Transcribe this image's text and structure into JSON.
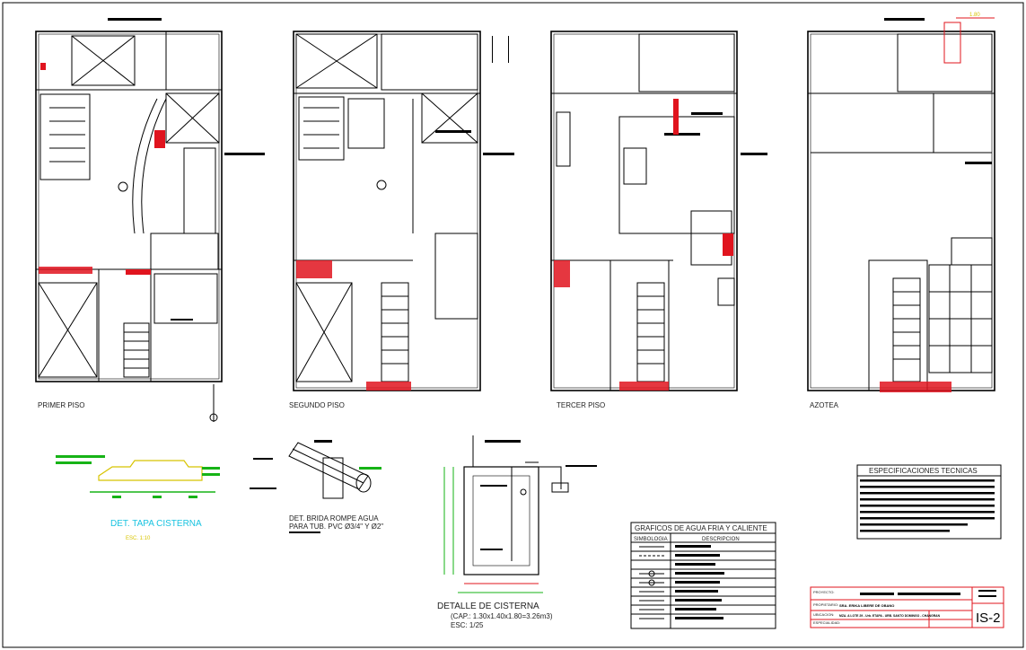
{
  "plans": {
    "primer_piso": "PRIMER PISO",
    "segundo_piso": "SEGUNDO PISO",
    "tercer_piso": "TERCER PISO",
    "azotea": "AZOTEA"
  },
  "details": {
    "tapa_title": "DET. TAPA CISTERNA",
    "tapa_scale": "ESC. 1:10",
    "brida_line1": "DET. BRIDA ROMPE AGUA",
    "brida_line2": "PARA TUB. PVC Ø3/4\" Y Ø2\"",
    "cisterna_title": "DETALLE DE CISTERNA",
    "cisterna_cap": "(CAP.: 1.30x1.40x1.80=3.26m3)",
    "cisterna_scale": "ESC: 1/25"
  },
  "legend": {
    "title": "GRAFICOS DE AGUA FRIA Y CALIENTE",
    "col1": "SIMBOLOGIA",
    "col2": "DESCRIPCION"
  },
  "specs": {
    "title": "ESPECIFICACIONES TECNICAS"
  },
  "title_block": {
    "sheet_code": "IS-2",
    "owner_line": "SRA. ERIKA LIBERE DE OBANO",
    "location_line": "MZA. A LOTE 29 - Urb. ETAPA - URB. SANTO DOMINGO - CHANGRAN",
    "label_proyecto": "PROYECTO:",
    "label_propietario": "PROPIETARIO:",
    "label_ubicacion": "UBICACION:",
    "label_especialidad": "ESPECIALIDAD:"
  },
  "colors": {
    "line": "#000000",
    "accent_red": "#e0141e",
    "accent_green": "#16b316",
    "accent_cyan": "#19c3e0",
    "accent_yellow": "#d8c400"
  }
}
